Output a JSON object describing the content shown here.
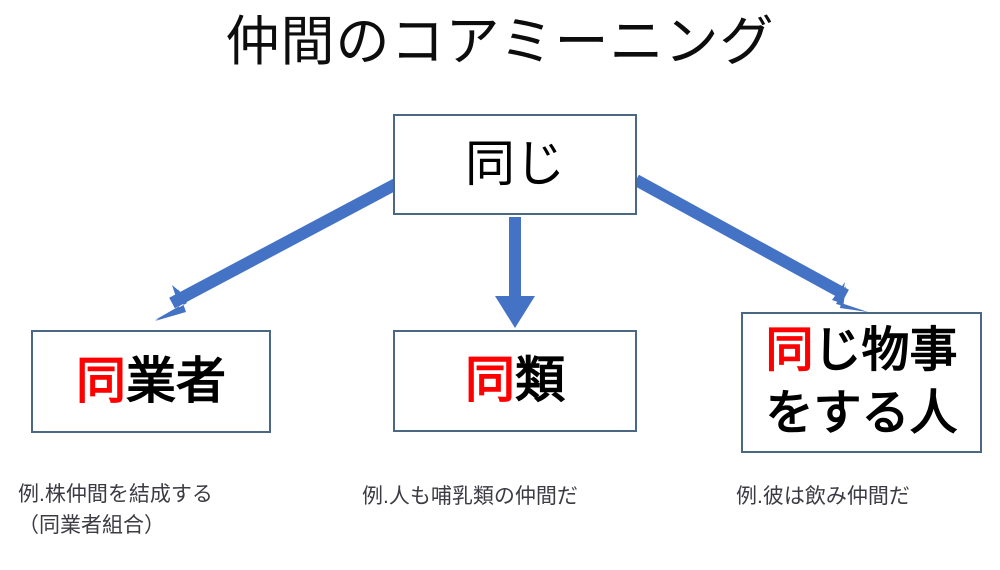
{
  "slide": {
    "title": "仲間のコアミーニング",
    "background_color": "#ffffff"
  },
  "colors": {
    "arrow_blue": "#4472C4",
    "box_border": "#4a6784",
    "highlight_red": "#ff0000",
    "text_black": "#000000",
    "caption_gray": "#3b3b44"
  },
  "diagram": {
    "root": {
      "label": "同じ",
      "highlight": "",
      "rest": "同じ"
    },
    "branches": [
      {
        "id": "branch-left",
        "highlight": "同",
        "rest": "業者",
        "full_label": "同業者",
        "line2": "",
        "caption": "例.株仲間を結成する\n（同業者組合）"
      },
      {
        "id": "branch-middle",
        "highlight": "同",
        "rest": "類",
        "full_label": "同類",
        "line2": "",
        "caption": "例.人も哺乳類の仲間だ"
      },
      {
        "id": "branch-right",
        "highlight": "同",
        "rest": "じ物事",
        "full_label": "同じ物事をする人",
        "line2": "をする人",
        "caption": "例.彼は飲み仲間だ"
      }
    ],
    "arrows": [
      {
        "id": "arrow-left",
        "direction": "down-left",
        "from": "root",
        "to": "branch-left"
      },
      {
        "id": "arrow-middle",
        "direction": "down",
        "from": "root",
        "to": "branch-middle"
      },
      {
        "id": "arrow-right",
        "direction": "down-right",
        "from": "root",
        "to": "branch-right"
      }
    ]
  }
}
